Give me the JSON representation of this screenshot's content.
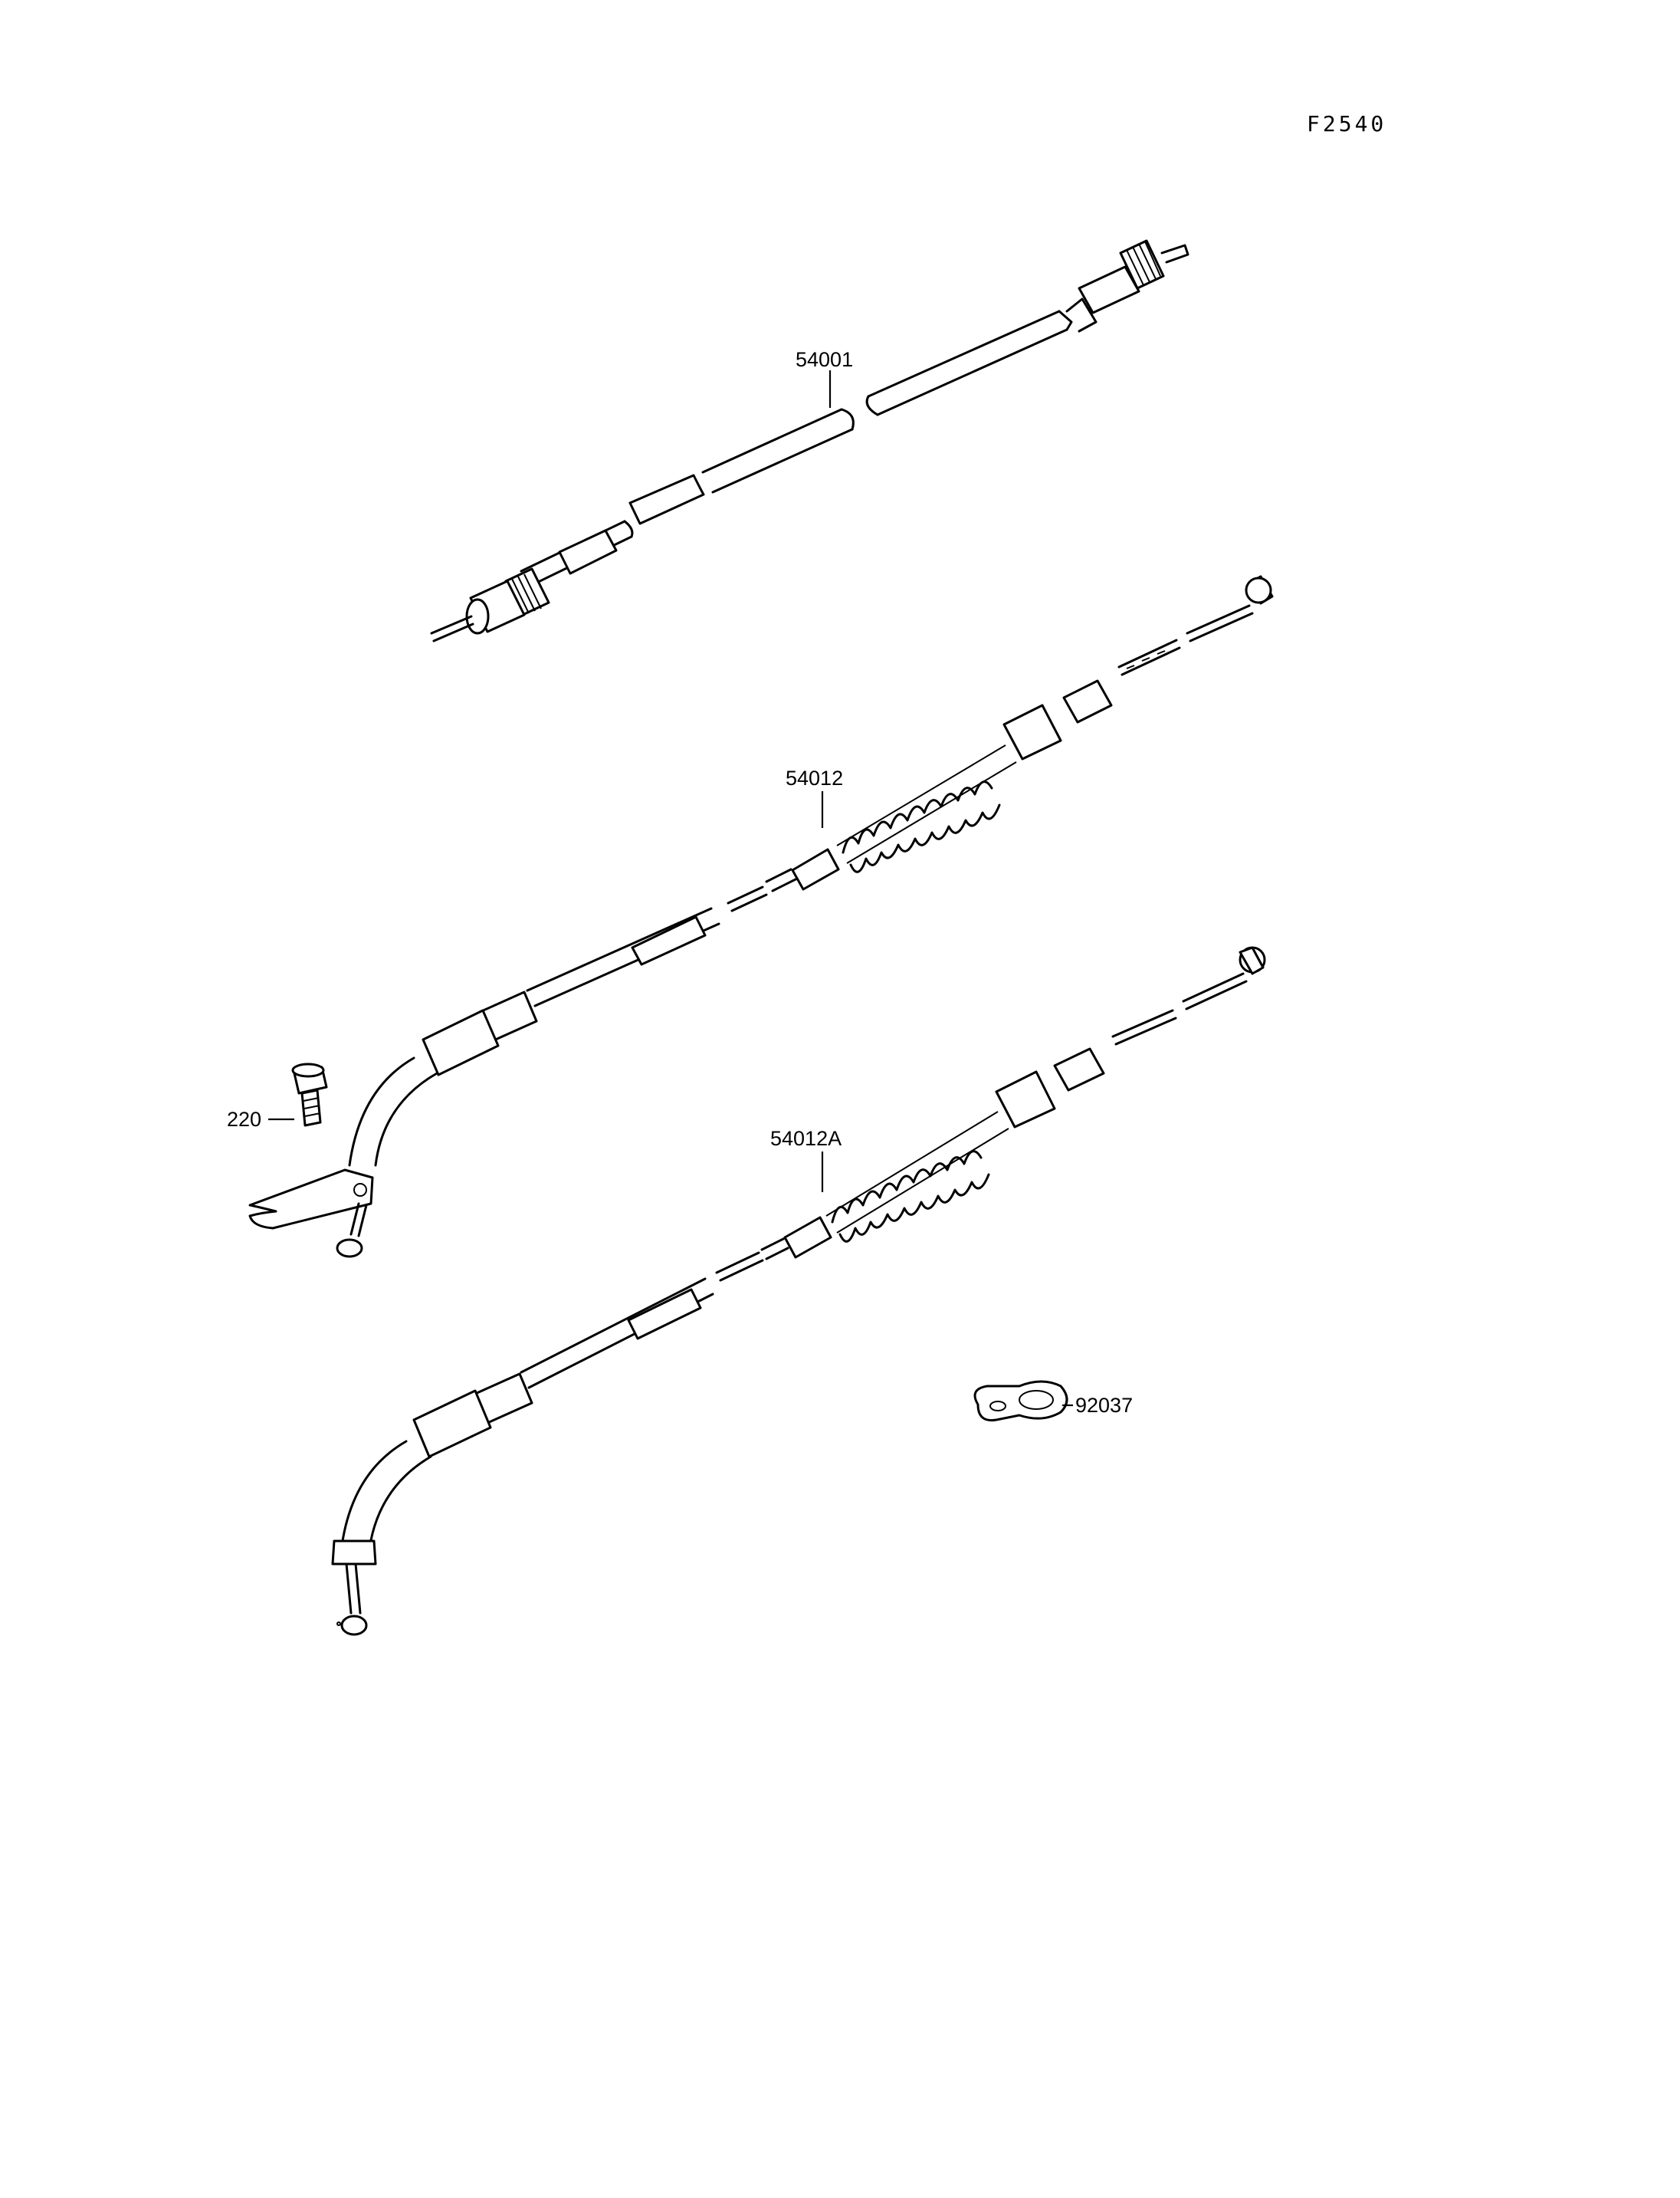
{
  "figure": {
    "code": "F2540"
  },
  "callouts": [
    {
      "id": "speedo",
      "part_number": "54001"
    },
    {
      "id": "clutch",
      "part_number": "54012"
    },
    {
      "id": "clutch_alt",
      "part_number": "54012A"
    },
    {
      "id": "bolt",
      "part_number": "220"
    },
    {
      "id": "clamp",
      "part_number": "92037"
    }
  ],
  "parts": {
    "speedometer_cable": {
      "icon": "speedometer-cable-icon"
    },
    "clutch_cable": {
      "icon": "clutch-cable-icon"
    },
    "clutch_cable_alt": {
      "icon": "clutch-cable-icon"
    },
    "bolt": {
      "icon": "bolt-icon"
    },
    "clamp": {
      "icon": "clamp-icon"
    }
  }
}
